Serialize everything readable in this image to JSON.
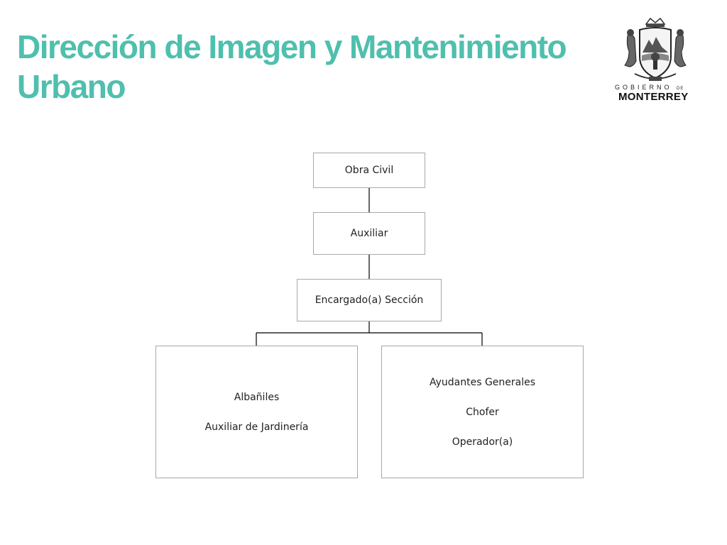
{
  "page": {
    "title_lines": [
      "Dirección de Imagen y Mantenimiento",
      "Urbano"
    ],
    "accent_color": "#4fbfae"
  },
  "logo": {
    "icon": "monterrey-coat-of-arms-icon",
    "text_top": "GOBIERNO",
    "text_de": "DE",
    "text_main": "MONTERREY"
  },
  "org_chart": {
    "level1": {
      "label": "Obra Civil"
    },
    "level2": {
      "label": "Auxiliar"
    },
    "level3": {
      "label": "Encargado(a) Sección"
    },
    "level4": [
      {
        "lines": [
          "Albañiles",
          "Auxiliar de Jardinería"
        ]
      },
      {
        "lines": [
          "Ayudantes Generales",
          "Chofer",
          "Operador(a)"
        ]
      }
    ]
  }
}
